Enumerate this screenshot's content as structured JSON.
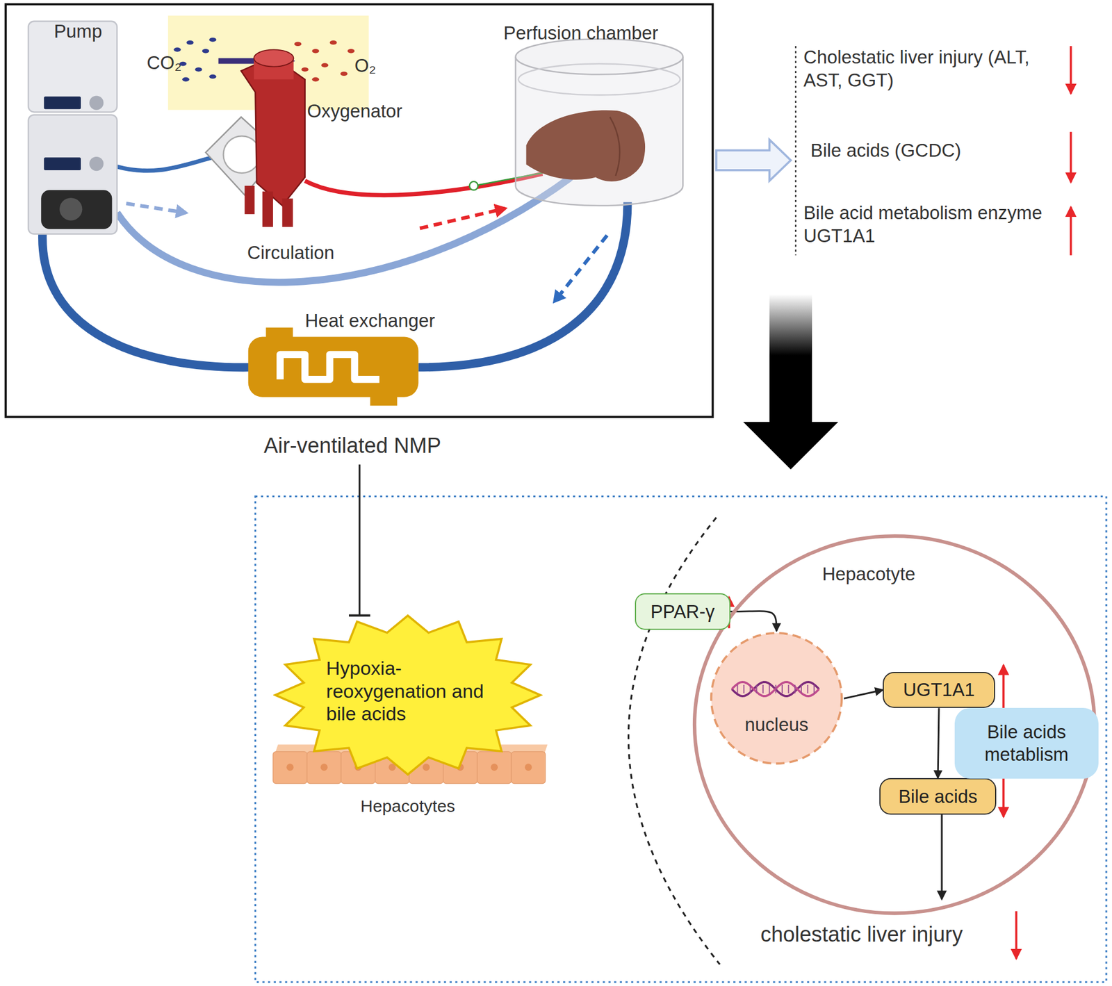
{
  "diagram": {
    "nodes": [
      {
        "text": [
          "Hypoxia-reoxygenation and bile acids"
        ]
      },
      {
        "text": [
          "Hepacotyte"
        ]
      },
      {
        "text": [
          "PPAR-γ"
        ],
        "in": 1
      },
      {
        "text": [
          "nucleus"
        ],
        "in": 1
      },
      {
        "text": [
          "UGT1A1"
        ],
        "in": 1
      },
      {
        "text": [
          "Bile acids"
        ],
        "in": 1
      },
      {
        "text": [
          "Bile acids metablism"
        ],
        "in": 1
      }
    ],
    "edges": [
      {
        "from": 2,
        "to": 3,
        "arrow": "to"
      },
      {
        "from": 3,
        "to": 4,
        "arrow": "to"
      },
      {
        "from": 4,
        "to": 5,
        "arrow": "to"
      }
    ],
    "labels": [
      "Pump",
      "CO₂",
      "O₂",
      "Oxygenator",
      "Perfusion chamber",
      "Circulation",
      "Heat exchanger",
      "Air-ventilated NMP",
      "Cholestatic liver injury (ALT, AST, GGT)",
      "Bile acids (GCDC)",
      "Bile acid metabolism enzyme UGT1A1",
      "Hepacotytes",
      "cholestatic liver injury"
    ]
  }
}
